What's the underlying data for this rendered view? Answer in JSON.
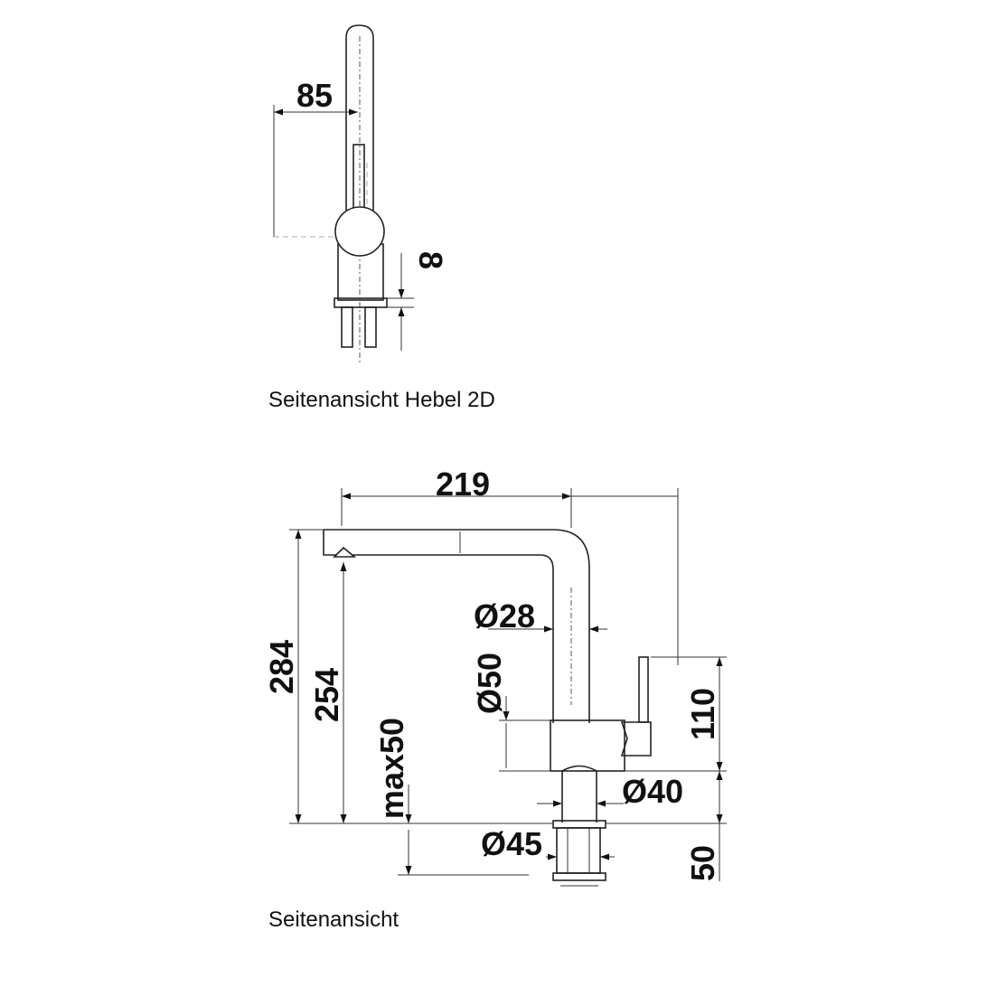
{
  "top_view": {
    "caption": "Seitenansicht Hebel 2D",
    "dimensions": {
      "width": "85",
      "base": "8"
    }
  },
  "bottom_view": {
    "caption": "Seitenansicht",
    "dimensions": {
      "length": "219",
      "total_height": "284",
      "spout_height": "254",
      "max_thickness": "max50",
      "spout_diameter": "Ø28",
      "body_diameter": "Ø50",
      "base_diameter": "Ø40",
      "thread_diameter": "Ø45",
      "lever_height": "110",
      "shank_length": "50"
    }
  }
}
